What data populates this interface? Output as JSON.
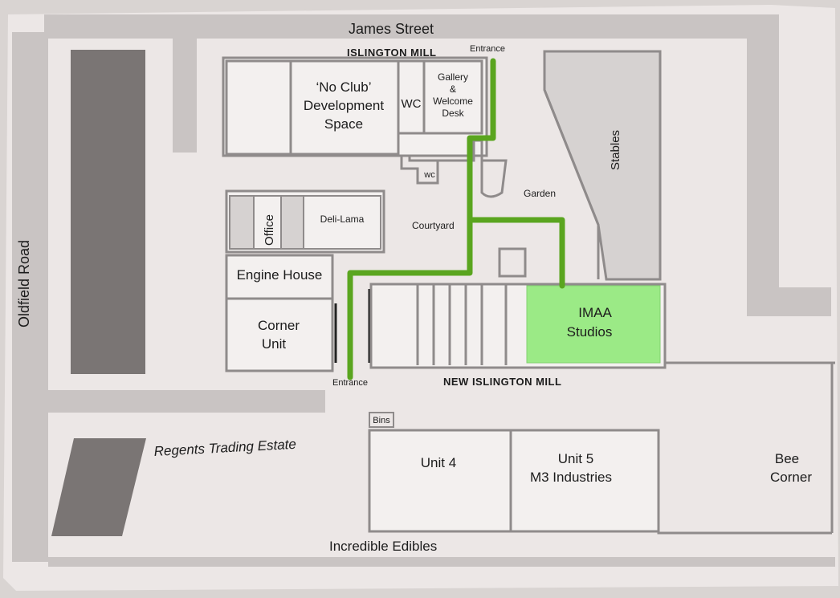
{
  "colors": {
    "paper": "#ece7e6",
    "road": "#c9c4c3",
    "building_fill": "#f3f0ef",
    "wall": "#8f8b8b",
    "dark_block": "#7a7574",
    "route": "#5aa51f",
    "highlight": "#9bea86"
  },
  "streets": {
    "james_street": "James Street",
    "oldfield_road": "Oldfield Road",
    "regents_trading_estate": "Regents Trading Estate",
    "incredible_edibles": "Incredible Edibles"
  },
  "sites": {
    "islington_mill": "ISLINGTON MILL",
    "new_islington_mill": "NEW ISLINGTON MILL"
  },
  "entrances": {
    "top": "Entrance",
    "bottom": "Entrance"
  },
  "rooms": {
    "no_club_line1": "‘No Club’",
    "no_club_line2": "Development",
    "no_club_line3": "Space",
    "wc_main": "WC",
    "wc_small": "wc",
    "gallery_line1": "Gallery",
    "gallery_line2": "&",
    "gallery_line3": "Welcome",
    "gallery_line4": "Desk",
    "stables": "Stables",
    "garden": "Garden",
    "office": "Office",
    "deli_lama": "Deli-Lama",
    "courtyard": "Courtyard",
    "engine_house": "Engine House",
    "corner_unit_line1": "Corner",
    "corner_unit_line2": "Unit",
    "imaa_line1": "IMAA",
    "imaa_line2": "Studios",
    "bins": "Bins",
    "unit4": "Unit 4",
    "unit5_line1": "Unit 5",
    "unit5_line2": "M3 Industries",
    "bee_line1": "Bee",
    "bee_line2": "Corner"
  }
}
